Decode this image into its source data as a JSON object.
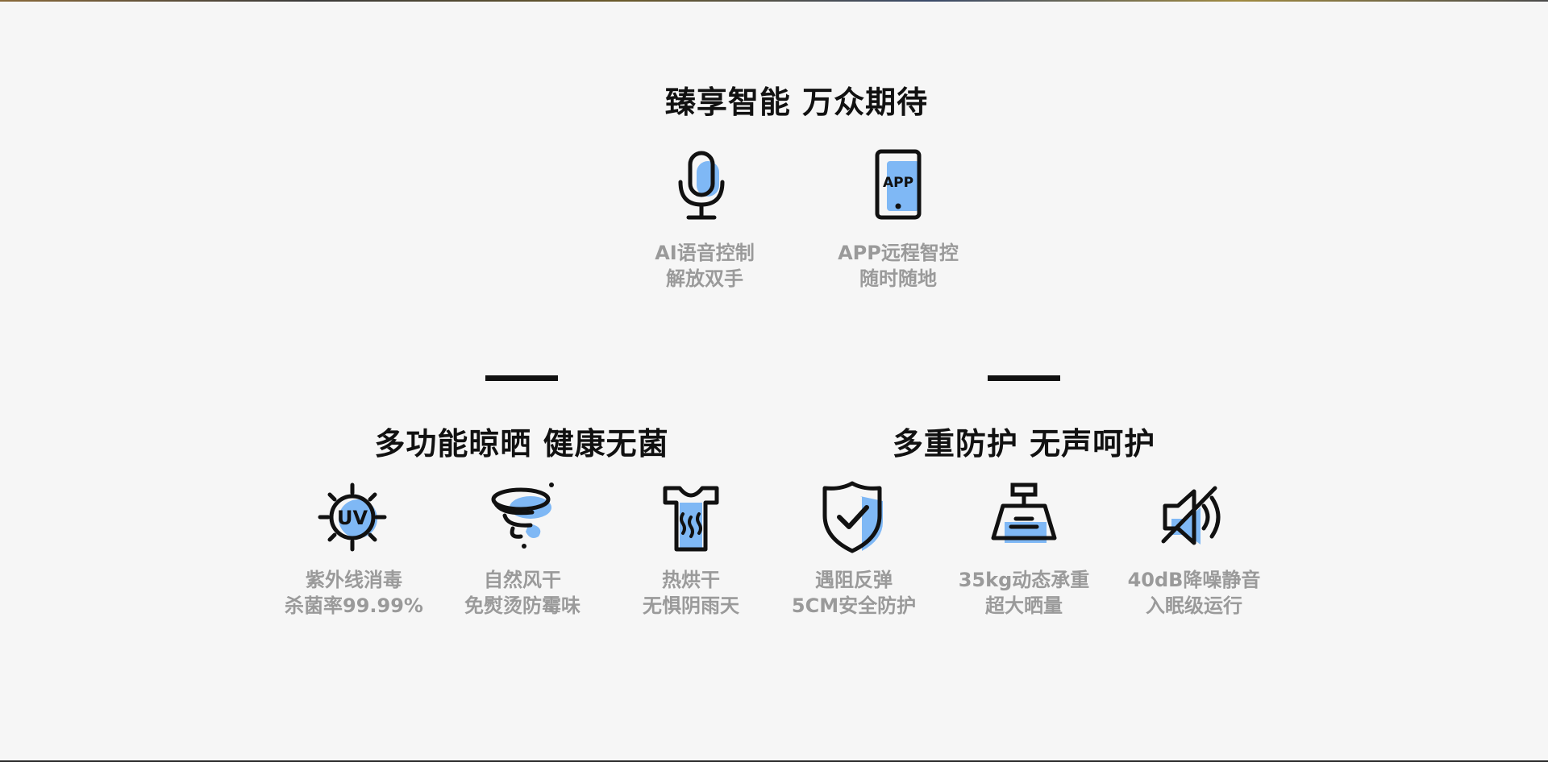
{
  "sections": {
    "smart": {
      "title": "臻享智能 万众期待",
      "features": [
        {
          "icon": "microphone-icon",
          "line1": "AI语音控制",
          "line2": "解放双手"
        },
        {
          "icon": "app-phone-icon",
          "line1": "APP远程智控",
          "line2": "随时随地",
          "icon_text": "APP"
        }
      ]
    },
    "drying": {
      "title": "多功能晾晒 健康无菌",
      "features": [
        {
          "icon": "uv-sterilize-icon",
          "line1": "紫外线消毒",
          "line2": "杀菌率99.99%",
          "icon_text": "UV"
        },
        {
          "icon": "air-dry-icon",
          "line1": "自然风干",
          "line2": "免熨烫防霉味"
        },
        {
          "icon": "heat-dry-shirt-icon",
          "line1": "热烘干",
          "line2": "无惧阴雨天"
        }
      ]
    },
    "protection": {
      "title": "多重防护 无声呵护",
      "features": [
        {
          "icon": "shield-check-icon",
          "line1": "遇阻反弹",
          "line2": "5CM安全防护"
        },
        {
          "icon": "weight-icon",
          "line1": "35kg动态承重",
          "line2": "超大晒量"
        },
        {
          "icon": "mute-speaker-icon",
          "line1": "40dB降噪静音",
          "line2": "入眠级运行"
        }
      ]
    }
  },
  "colors": {
    "accent": "#7fb8f5",
    "heading": "#111111",
    "label": "#9a9a9a",
    "background": "#f6f6f6"
  }
}
